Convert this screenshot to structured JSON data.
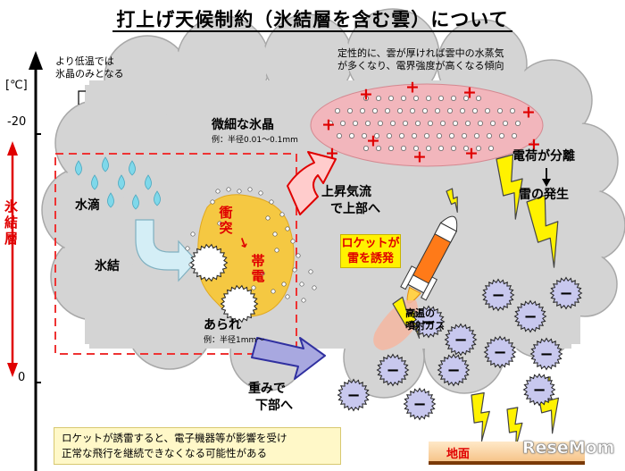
{
  "title": "打上げ天候制約（氷結層を含む雲）について",
  "axis": {
    "unit": "[℃]",
    "tick_minus20": "-20",
    "tick_zero": "0",
    "icing_layer_label": [
      "氷",
      "結",
      "層"
    ]
  },
  "notes": {
    "low_temp": [
      "より低温では",
      "氷晶のみとなる"
    ],
    "top_right": [
      "定性的に、雲が厚ければ雲中の水蒸気",
      "が多くなり、電界強度が高くなる傾向"
    ]
  },
  "labels": {
    "ice_crystal": "微細な氷晶",
    "ice_crystal_size": "例：半径0.01〜0.1mm",
    "water_drop": "水滴",
    "freeze": "氷結",
    "collision": [
      "衝",
      "突",
      "↓",
      "帯",
      "電"
    ],
    "graupel": "あられ",
    "graupel_size": "例：半径1mm〜",
    "updraft": [
      "上昇気流",
      "で上部へ"
    ],
    "gravity": [
      "重みで",
      "下部へ"
    ],
    "charge_separation": [
      "電荷が分離",
      "↓",
      "雷の発生"
    ],
    "rocket_trigger": [
      "ロケットが",
      "雷を誘発"
    ],
    "exhaust": [
      "高温の",
      "噴射ガス"
    ],
    "ground": "地面",
    "plus_sign": "+",
    "minus_sign": "−"
  },
  "bottom_note": [
    "ロケットが誘雷すると、電子機器等が影響を受け",
    "正常な飛行を継続できなくなる可能性がある"
  ],
  "watermark": "ReseMom",
  "colors": {
    "cloud_fill": "#d4d4d4",
    "cloud_outline": "#a8a8a8",
    "positive_zone": "#f2b6bc",
    "charge_red": "#e00000",
    "negative_particle": "#c8c8ee",
    "icing_layer": "#e00000",
    "graupel_zone": "#f5c842",
    "arrow_blue": "#7b7bcc",
    "lightning_yellow": "#fff200"
  }
}
